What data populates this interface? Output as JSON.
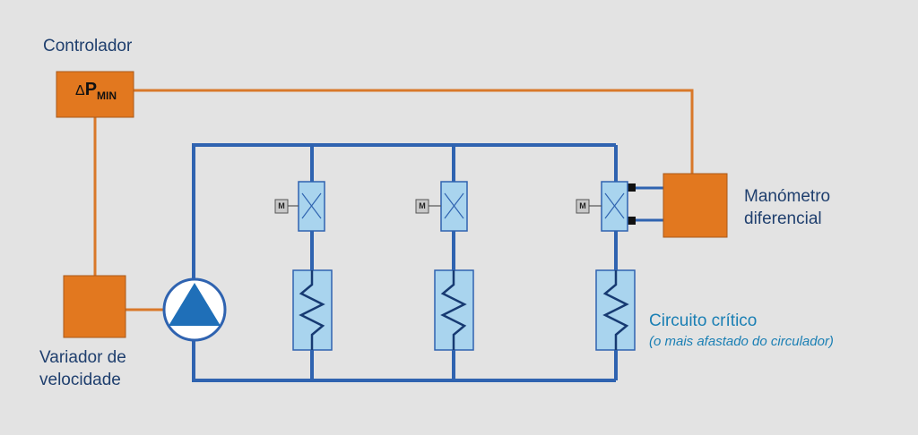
{
  "controller": {
    "title": "Controlador",
    "symbol_delta": "Δ",
    "symbol_p": "P",
    "symbol_sub": "MIN"
  },
  "gauge": {
    "label_line1": "Manómetro",
    "label_line2": "diferencial"
  },
  "speed_variator": {
    "label_line1": "Variador de",
    "label_line2": "velocidade"
  },
  "critical_circuit": {
    "title": "Circuito crítico",
    "subtitle": "(o mais afastado do circulador)"
  },
  "motor_tag": "M",
  "colors": {
    "background": "#e3e3e3",
    "pipe": "#2f63b0",
    "signal_line": "#d9782a",
    "device_orange": "#e2781f",
    "component_fill": "#a9d4ee",
    "component_stroke": "#2f63b0",
    "label_dark": "#1f3f6e",
    "label_cyan": "#1a7fb4"
  }
}
